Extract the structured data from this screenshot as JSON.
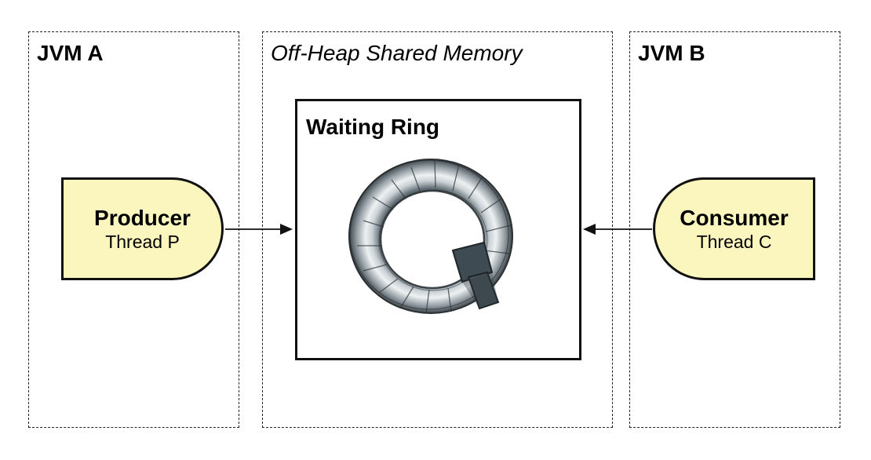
{
  "regions": {
    "jvm_a": {
      "title": "JVM A"
    },
    "shared_memory": {
      "title": "Off-Heap Shared Memory"
    },
    "jvm_b": {
      "title": "JVM B"
    }
  },
  "ring": {
    "title": "Waiting Ring"
  },
  "producer": {
    "name": "Producer",
    "subtitle": "Thread P"
  },
  "consumer": {
    "name": "Consumer",
    "subtitle": "Thread C"
  },
  "colors": {
    "thread_fill": "#fbf6bd",
    "border": "#111111",
    "ring_metal": "#8a949c"
  }
}
